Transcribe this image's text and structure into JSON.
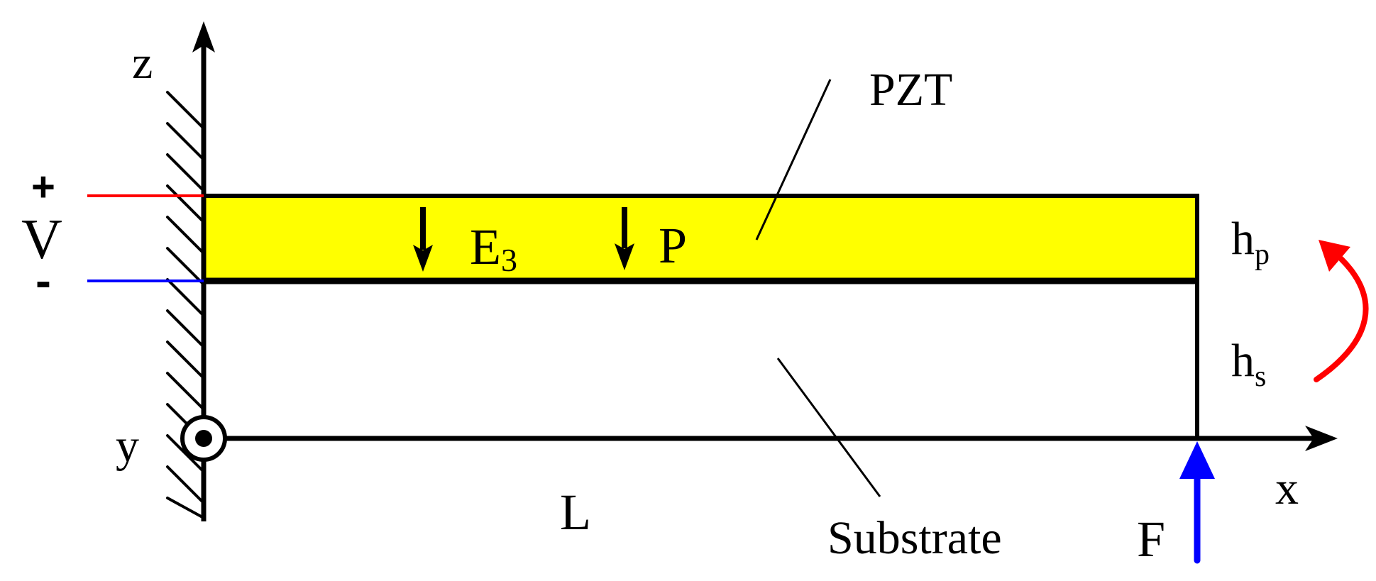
{
  "labels": {
    "z_axis": "z",
    "x_axis": "x",
    "y_axis": "y",
    "voltage": "V",
    "plus": "+",
    "minus": "-",
    "e_field_base": "E",
    "e_field_sub": "3",
    "polarization": "P",
    "pzt": "PZT",
    "substrate": "Substrate",
    "length": "L",
    "force": "F",
    "hp_base": "h",
    "hp_sub": "p",
    "hs_base": "h",
    "hs_sub": "s"
  },
  "colors": {
    "pzt_fill": "#ffff00",
    "positive_lead": "#ff0000",
    "negative_lead": "#0000ff",
    "force_arrow": "#0000ff",
    "moment_arrow": "#ff0000",
    "line": "#000000"
  }
}
